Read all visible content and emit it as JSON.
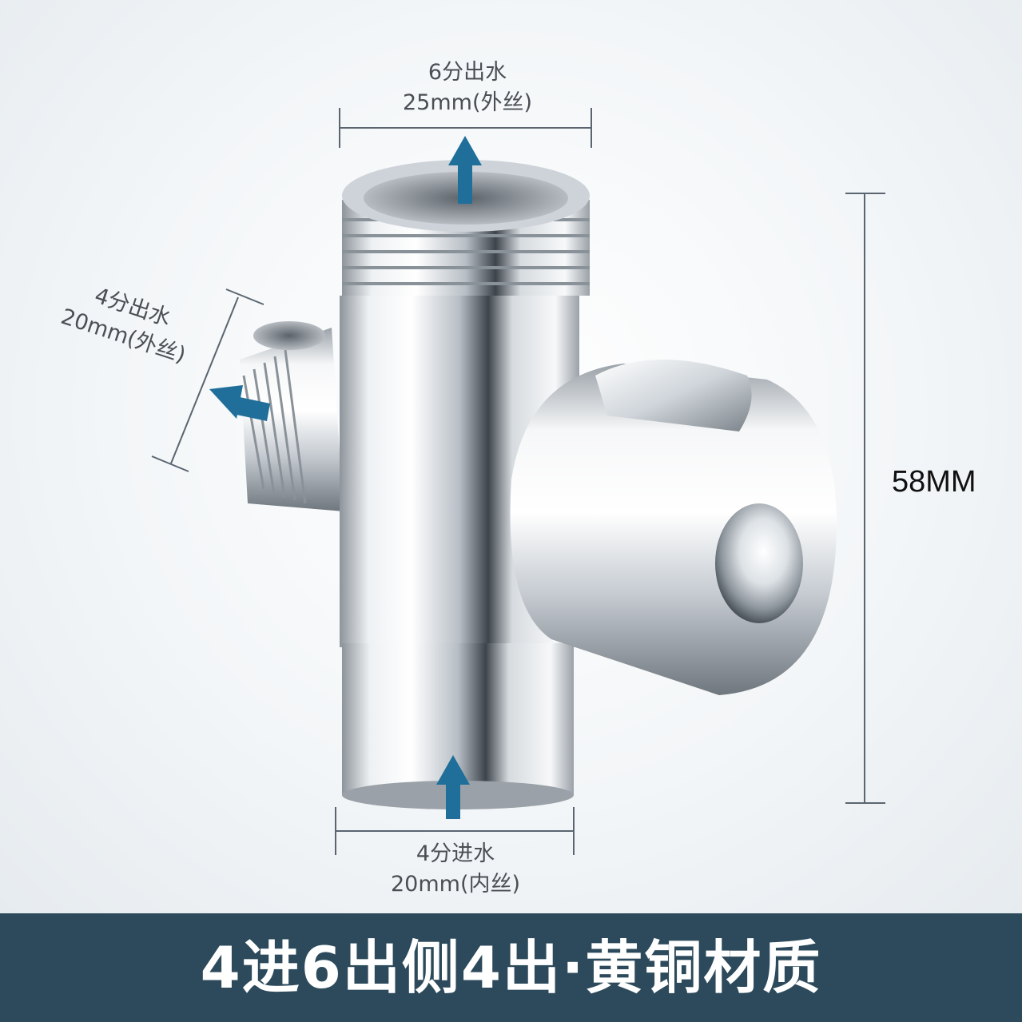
{
  "labels": {
    "top_outlet_line1": "6分出水",
    "top_outlet_line2": "25mm(外丝)",
    "side_outlet_line1": "4分出水",
    "side_outlet_line2": "20mm(外丝)",
    "inlet_line1": "4分进水",
    "inlet_line2": "20mm(内丝)",
    "height": "58MM"
  },
  "banner": {
    "text": "4进6出侧4出·黄铜材质"
  },
  "colors": {
    "banner_bg": "#2c4a5b",
    "arrow": "#1f6f9a",
    "dim_line": "#5a6570"
  }
}
